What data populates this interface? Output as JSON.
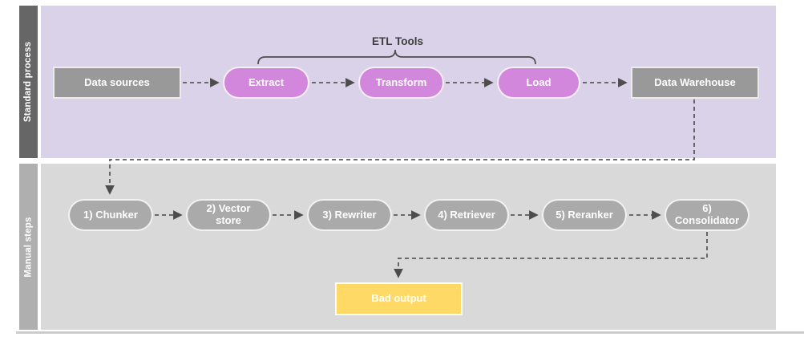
{
  "lanes": [
    {
      "label": "Standard process"
    },
    {
      "label": "Manual steps"
    }
  ],
  "annotation": {
    "label": "ETL Tools",
    "brace_spans": [
      "Extract",
      "Transform",
      "Load"
    ]
  },
  "nodes": {
    "data_sources": {
      "label": "Data sources",
      "shape": "rectangle",
      "lane": "Standard process"
    },
    "extract": {
      "label": "Extract",
      "shape": "pill",
      "lane": "Standard process"
    },
    "transform": {
      "label": "Transform",
      "shape": "pill",
      "lane": "Standard process"
    },
    "load": {
      "label": "Load",
      "shape": "pill",
      "lane": "Standard process"
    },
    "data_warehouse": {
      "label": "Data Warehouse",
      "shape": "rectangle",
      "lane": "Standard process"
    },
    "chunker": {
      "label": "1) Chunker",
      "shape": "pill",
      "lane": "Manual steps"
    },
    "vector_store": {
      "label": "2) Vector store",
      "shape": "pill",
      "lane": "Manual steps"
    },
    "rewriter": {
      "label": "3) Rewriter",
      "shape": "pill",
      "lane": "Manual steps"
    },
    "retriever": {
      "label": "4) Retriever",
      "shape": "pill",
      "lane": "Manual steps"
    },
    "reranker": {
      "label": "5) Reranker",
      "shape": "pill",
      "lane": "Manual steps"
    },
    "consolidator": {
      "label": "6) Consolidator",
      "shape": "pill",
      "lane": "Manual steps"
    },
    "bad_output": {
      "label": "Bad output",
      "shape": "rectangle",
      "lane": "Manual steps"
    }
  },
  "edges": [
    {
      "from": "data_sources",
      "to": "extract",
      "style": "dashed-arrow"
    },
    {
      "from": "extract",
      "to": "transform",
      "style": "dashed-arrow"
    },
    {
      "from": "transform",
      "to": "load",
      "style": "dashed-arrow"
    },
    {
      "from": "load",
      "to": "data_warehouse",
      "style": "dashed-arrow"
    },
    {
      "from": "data_warehouse",
      "to": "chunker",
      "style": "dashed-arrow-elbow"
    },
    {
      "from": "chunker",
      "to": "vector_store",
      "style": "dashed-arrow"
    },
    {
      "from": "vector_store",
      "to": "rewriter",
      "style": "dashed-arrow"
    },
    {
      "from": "rewriter",
      "to": "retriever",
      "style": "dashed-arrow"
    },
    {
      "from": "retriever",
      "to": "reranker",
      "style": "dashed-arrow"
    },
    {
      "from": "reranker",
      "to": "consolidator",
      "style": "dashed-arrow"
    },
    {
      "from": "consolidator",
      "to": "bad_output",
      "style": "dashed-arrow-elbow"
    }
  ],
  "colors": {
    "standard_lane_bg": "#D9D2E9",
    "standard_lane_bar": "#666666",
    "manual_lane_bg": "#D9D9D9",
    "manual_lane_bar": "#AFAFAF",
    "etl_pill": "#D287DC",
    "gray_box": "#999999",
    "manual_pill": "#AAAAAA",
    "bad_output_box": "#FFD966",
    "connector": "#595959",
    "node_text": "#FFFFFF",
    "annotation_text": "#3D3D3D"
  }
}
